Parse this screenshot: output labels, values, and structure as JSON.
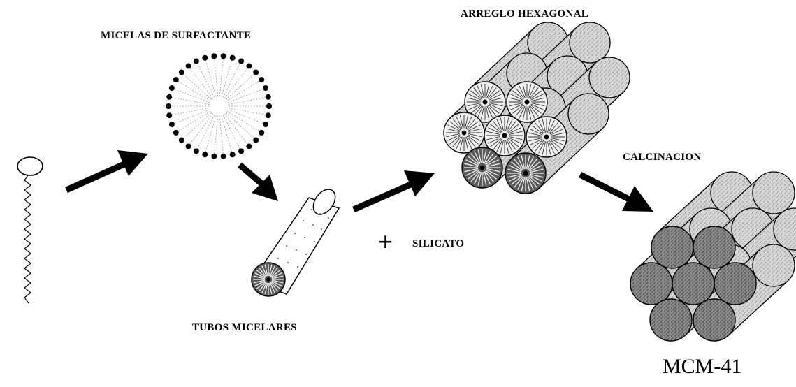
{
  "labels": {
    "micelles": "MICELAS DE SURFACTANTE",
    "hexagonal": "ARREGLO HEXAGONAL",
    "calcination": "CALCINACION",
    "tubes": "TUBOS MICELARES",
    "plus": "+",
    "silicate": "SILICATO",
    "product": "MCM-41"
  },
  "colors": {
    "ink": "#000000",
    "cylinder_fill": "#cfcfcf",
    "end_fill_dark": "#6a6a6a",
    "end_fill_light": "#e8e8e8"
  }
}
